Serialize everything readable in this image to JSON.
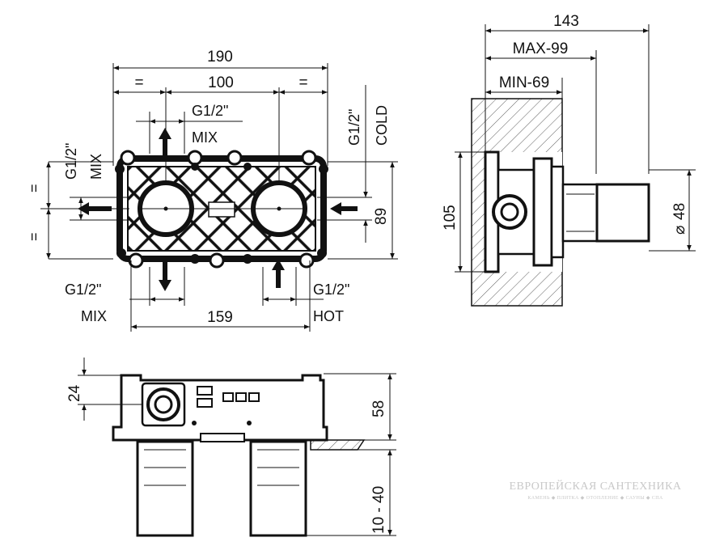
{
  "front_view": {
    "overall_width": "190",
    "equal_left": "=",
    "center_distance": "100",
    "equal_right": "=",
    "top_port_size": "G1/2\"",
    "top_port_label": "MIX",
    "left_port_size": "G1/2\"",
    "left_port_label": "MIX",
    "left_equal_top": "=",
    "left_equal_bottom": "=",
    "right_port_size": "G1/2\"",
    "right_port_label": "COLD",
    "height": "89",
    "bottom_left_size": "G1/2\"",
    "bottom_left_label": "MIX",
    "bottom_right_size": "G1/2\"",
    "bottom_right_label": "HOT",
    "bottom_width": "159"
  },
  "side_view": {
    "overall_depth": "143",
    "max_depth": "MAX-99",
    "min_depth": "MIN-69",
    "height": "105",
    "diameter": "48",
    "diameter_symbol": "⌀"
  },
  "bottom_view": {
    "top_offset": "24",
    "height": "58",
    "extension_range": "10 - 40"
  },
  "watermark": {
    "title": "ЕВРОПЕЙСКАЯ САНТЕХНИКА",
    "subtitle": "КАМЕНЬ ◆ ПЛИТКА ◆ ОТОПЛЕНИЕ ◆ САУНЫ ◆ СПА"
  }
}
